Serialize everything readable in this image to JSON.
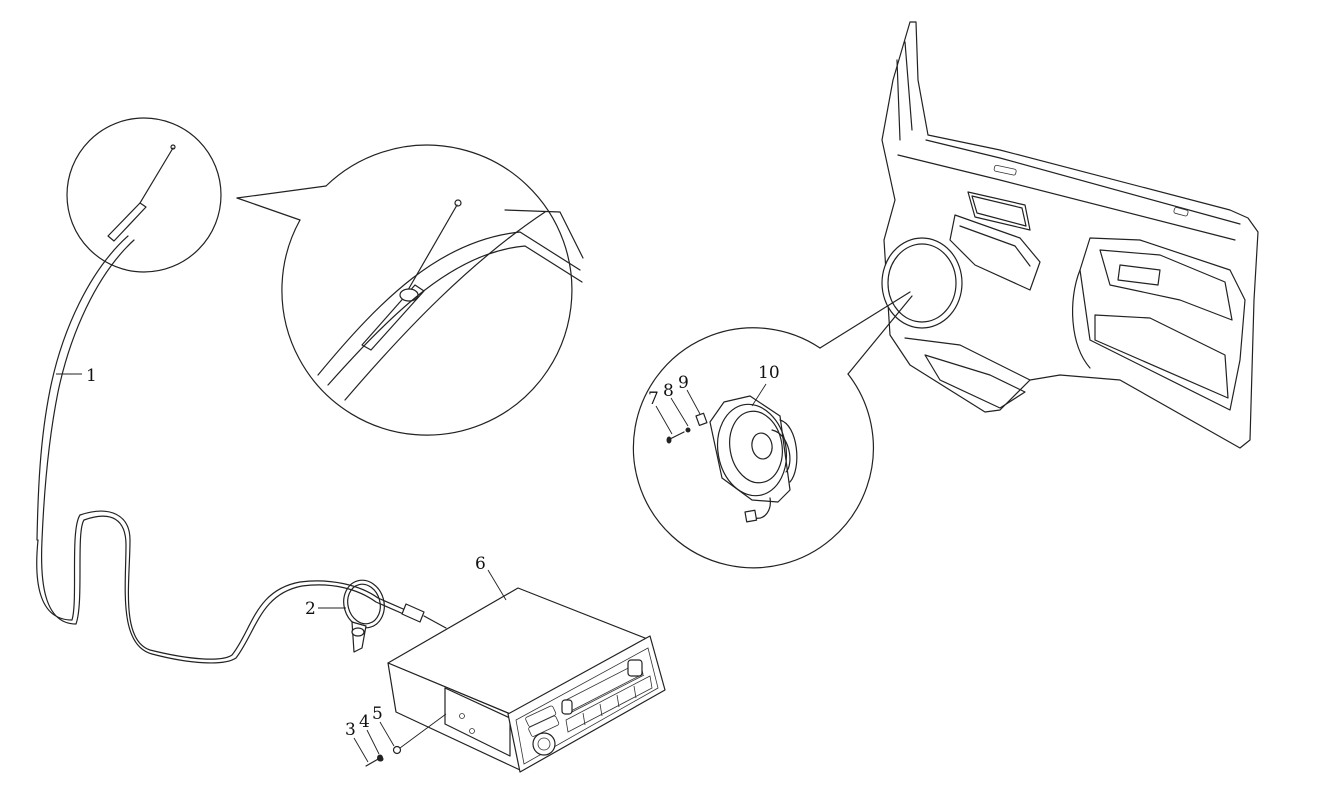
{
  "callouts": {
    "c1": "1",
    "c2": "2",
    "c3": "3",
    "c4": "4",
    "c5": "5",
    "c6": "6",
    "c7": "7",
    "c8": "8",
    "c9": "9",
    "c10": "10"
  },
  "line_color": "#222222",
  "background_color": "#ffffff"
}
